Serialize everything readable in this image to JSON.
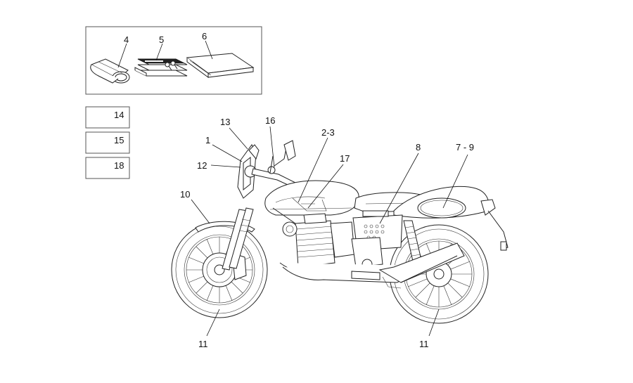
{
  "labels": {
    "l1": "1",
    "l2_3": "2-3",
    "l4": "4",
    "l5": "5",
    "l6": "6",
    "l7_9": "7 - 9",
    "l8": "8",
    "l10": "10",
    "l11_front": "11",
    "l11_rear": "11",
    "l12": "12",
    "l13": "13",
    "l16": "16",
    "l17": "17"
  },
  "boxes": {
    "b14": "14",
    "b15": "15",
    "b18": "18"
  }
}
